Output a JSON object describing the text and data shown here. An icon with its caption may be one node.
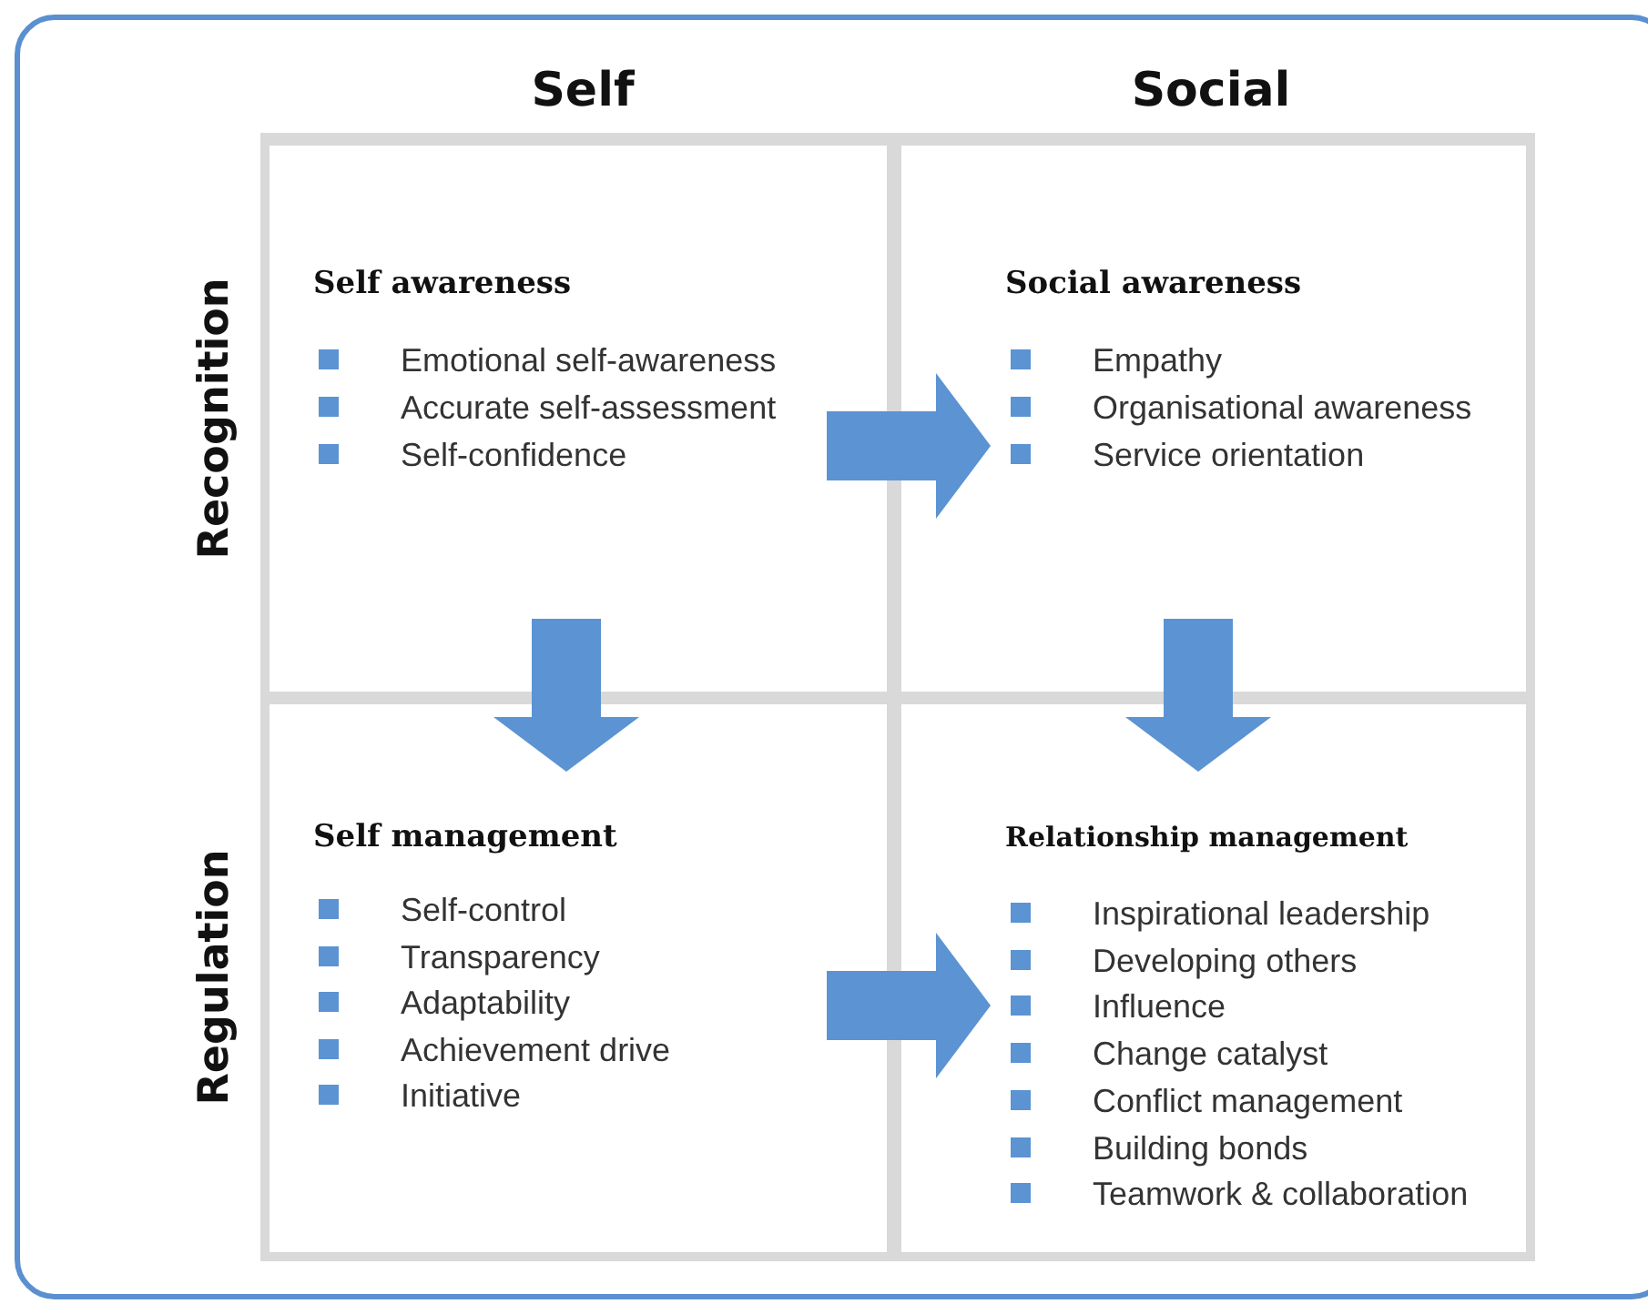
{
  "diagram": {
    "nodes": [
      {
        "text": [
          "Self awareness",
          "Emotional self-awareness",
          "Accurate self-assessment",
          "Self-confidence"
        ]
      },
      {
        "text": [
          "Social awareness",
          "Empathy",
          "Organisational awareness",
          "Service orientation"
        ]
      },
      {
        "text": [
          "Self management",
          "Self-control",
          "Transparency",
          "Adaptability",
          "Achievement drive",
          "Initiative"
        ]
      },
      {
        "text": [
          "Relationship management",
          "Inspirational leadership",
          "Developing others",
          "Influence",
          "Change catalyst",
          "Conflict management",
          "Building bonds",
          "Teamwork & collaboration"
        ]
      }
    ],
    "edges": [
      {
        "from": 0,
        "to": 1,
        "arrow": "to"
      },
      {
        "from": 0,
        "to": 2,
        "arrow": "to"
      },
      {
        "from": 1,
        "to": 3,
        "arrow": "to"
      },
      {
        "from": 2,
        "to": 3,
        "arrow": "to"
      }
    ],
    "labels": [
      "Self",
      "Social",
      "Recognition",
      "Regulation"
    ]
  }
}
